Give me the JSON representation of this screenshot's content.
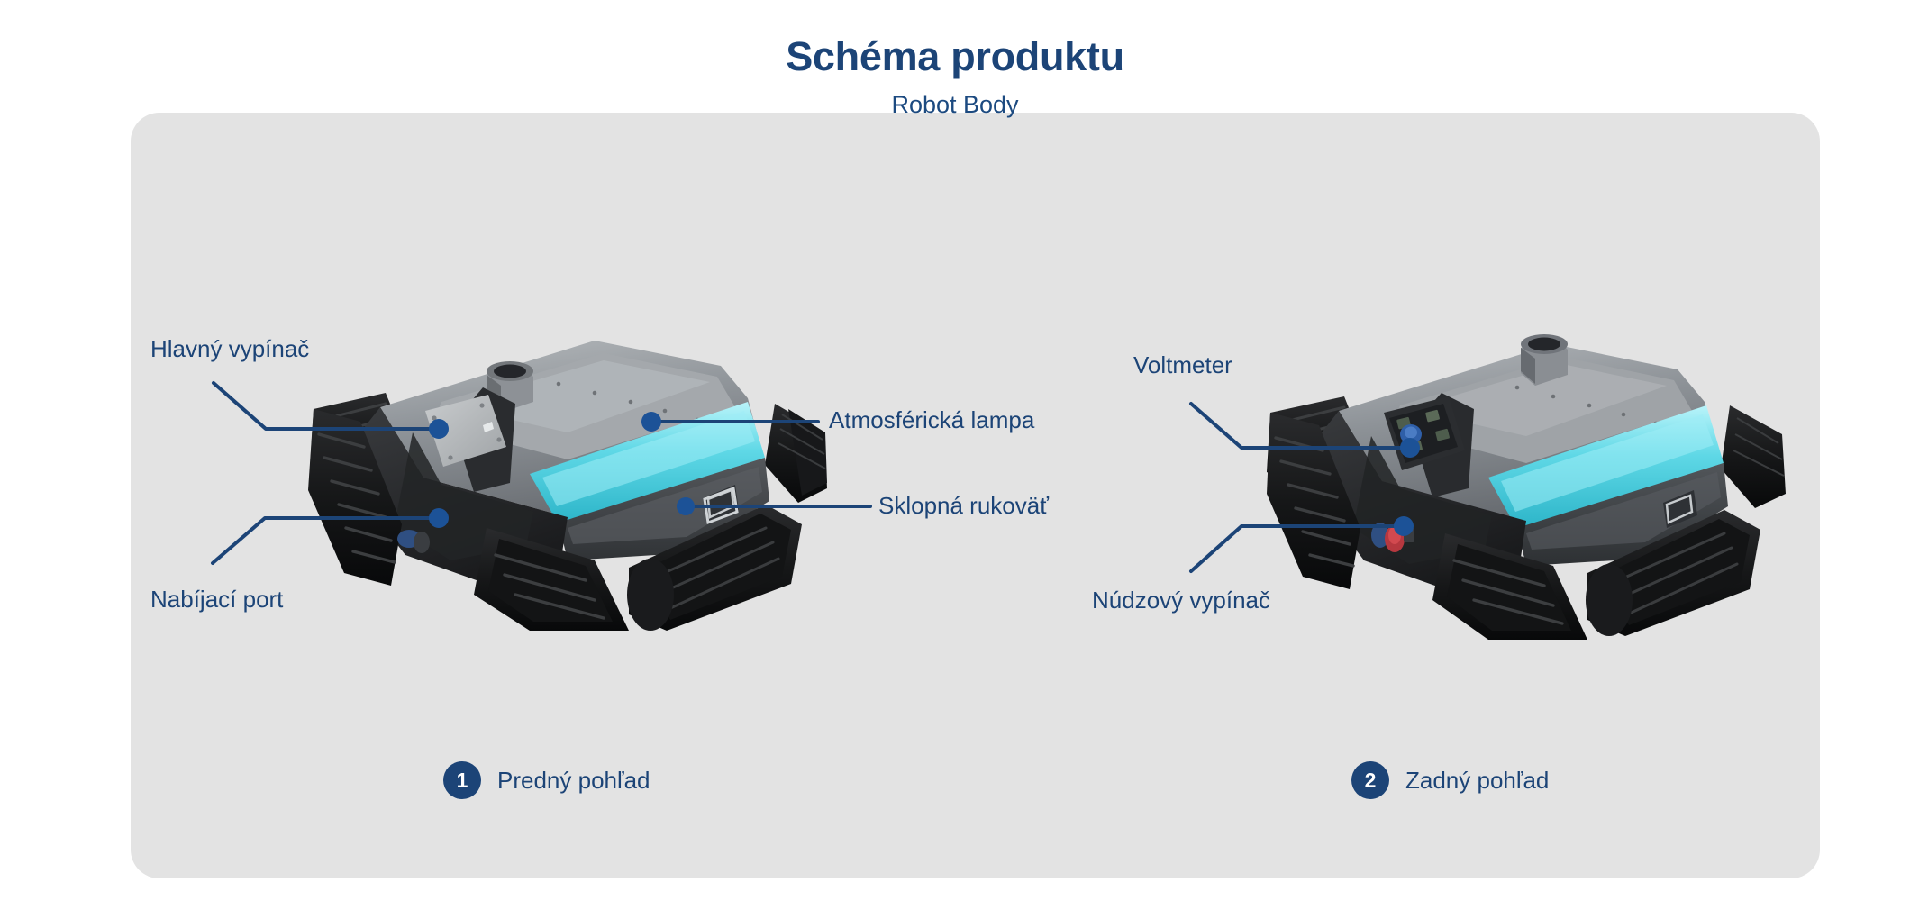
{
  "header": {
    "title": "Schéma produktu",
    "subtitle": "Robot Body"
  },
  "colors": {
    "accent": "#1c4477",
    "panel_background": "#e3e3e3",
    "page_background": "#ffffff",
    "lamp_glow": "#4ad4e0",
    "body_metal": "#8d9196",
    "track_dark": "#1d1d1f"
  },
  "callouts": [
    {
      "id": "main-switch",
      "label": "Hlavný vypínač",
      "side": "left",
      "view": 1
    },
    {
      "id": "charging-port",
      "label": "Nabíjací port",
      "side": "left",
      "view": 1
    },
    {
      "id": "atmospheric-lamp",
      "label": "Atmosférická lampa",
      "side": "right",
      "view": 1
    },
    {
      "id": "folding-handle",
      "label": "Sklopná rukoväť",
      "side": "right",
      "view": 1
    },
    {
      "id": "voltmeter",
      "label": "Voltmeter",
      "side": "left",
      "view": 2
    },
    {
      "id": "emergency-stop",
      "label": "Núdzový vypínač",
      "side": "left",
      "view": 2
    }
  ],
  "views": [
    {
      "number": "1",
      "caption": "Predný pohľad"
    },
    {
      "number": "2",
      "caption": "Zadný pohľad"
    }
  ],
  "icons": {
    "badge_one": "1",
    "badge_two": "2"
  }
}
